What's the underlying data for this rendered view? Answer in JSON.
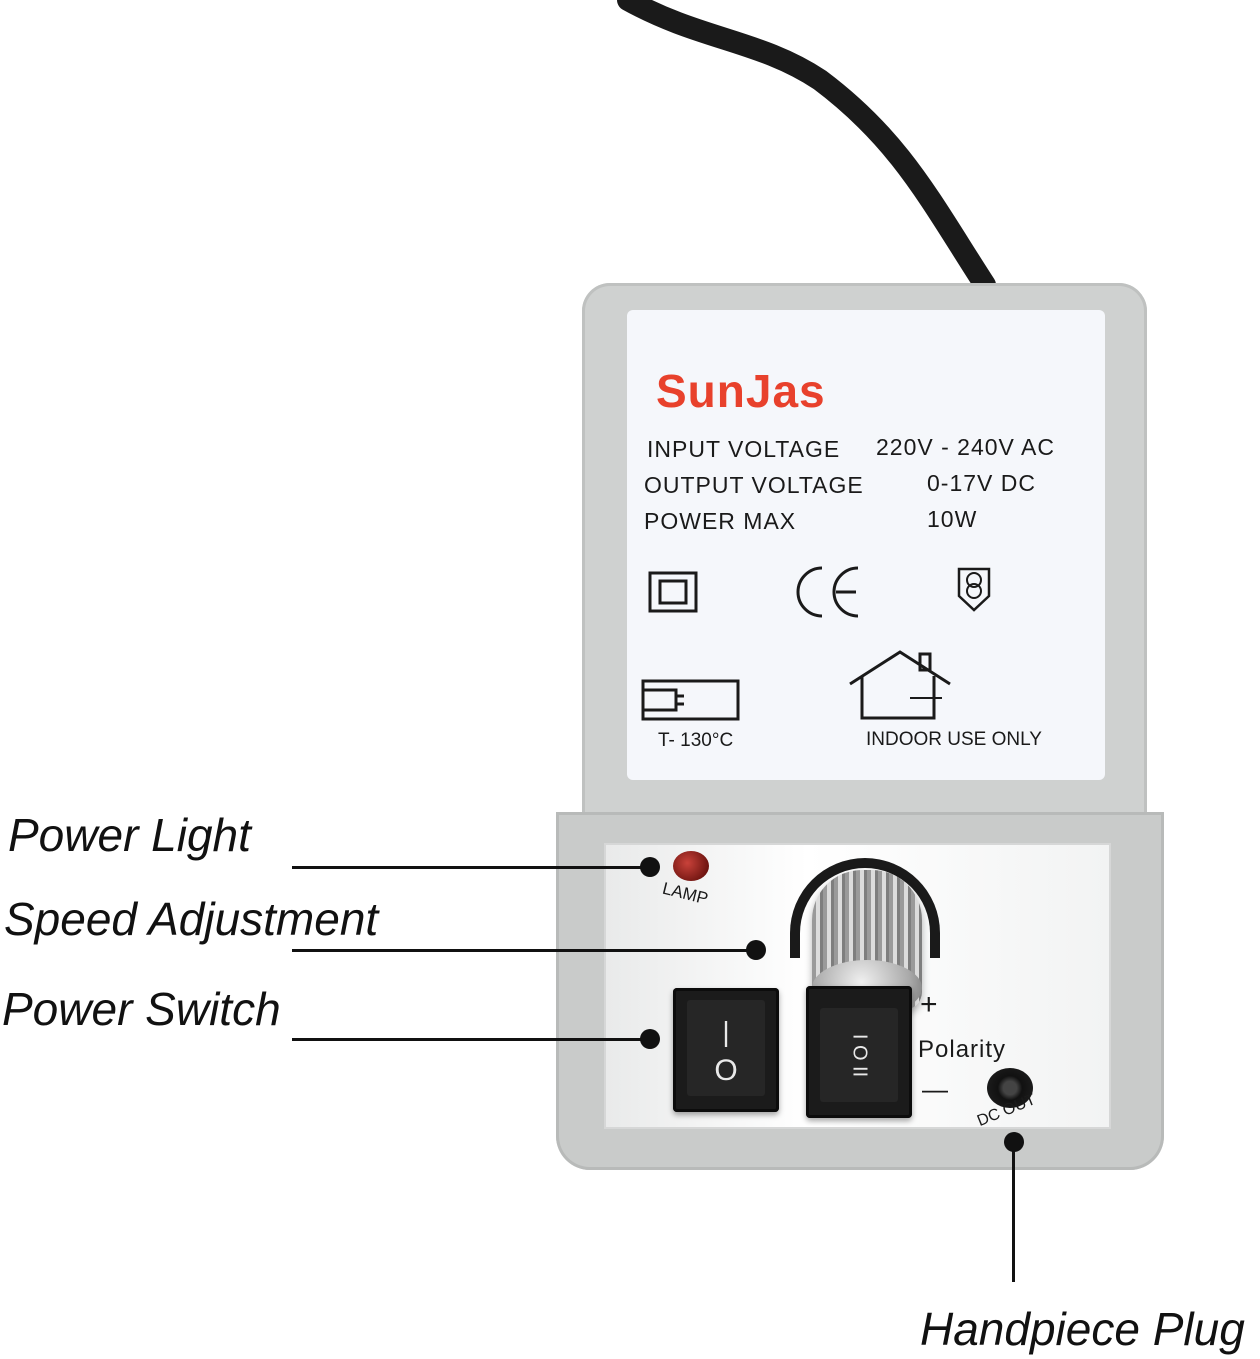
{
  "device": {
    "brand": "SunJas",
    "specs": [
      {
        "label": "INPUT  VOLTAGE",
        "value": "220V - 240V AC"
      },
      {
        "label": "OUTPUT  VOLTAGE",
        "value": "0-17V DC"
      },
      {
        "label": "POWER  MAX",
        "value": "10W"
      }
    ],
    "temp_rating": "T- 130°C",
    "indoor_notice": "INDOOR USE ONLY",
    "lamp_label": "LAMP",
    "polarity_label": "Polarity",
    "polarity_plus": "+",
    "polarity_minus": "—",
    "dc_out_label": "DC OUT",
    "power_switch_on": "|",
    "power_switch_off": "O",
    "polarity_switch_symbols": "I O II",
    "brand_color": "#e8412c"
  },
  "callouts": {
    "power_light": "Power Light",
    "speed_adjustment": "Speed Adjustment",
    "power_switch": "Power Switch",
    "handpiece_plug": "Handpiece Plug"
  },
  "icons": [
    "double-insulation-icon",
    "ce-mark-icon",
    "safety-transformer-icon",
    "thermal-fuse-icon",
    "indoor-house-icon"
  ]
}
